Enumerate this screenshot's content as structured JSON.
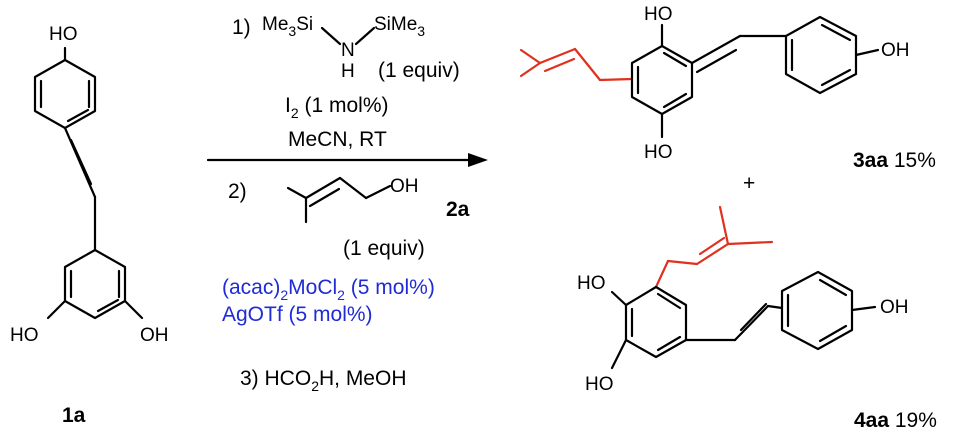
{
  "start": {
    "id": "1a",
    "oh_top": "HO",
    "oh_left": "HO",
    "oh_right": "OH"
  },
  "reagent1": {
    "step": "1)",
    "silyl_left": "Me",
    "silyl_left_sub": "3",
    "silyl_left_end": "Si",
    "silyl_right": "SiMe",
    "silyl_right_sub": "3",
    "nitrogen": "N",
    "hydrogen": "H",
    "equiv": "(1 equiv)"
  },
  "catalyst1": {
    "iodine": "I",
    "iodine_sub": "2",
    "loading": " (1 mol%)"
  },
  "solvent": "MeCN, RT",
  "reagent2": {
    "step": "2)",
    "oh": "OH",
    "id": "2a",
    "equiv": "(1 equiv)"
  },
  "catalyst2": {
    "line1_a": "(acac)",
    "line1_a_sub": "2",
    "line1_b": "MoCl",
    "line1_b_sub": "2",
    "line1_c": " (5 mol%)",
    "line2": "AgOTf (5 mol%)"
  },
  "step3": {
    "text_a": "3) HCO",
    "text_sub": "2",
    "text_b": "H, MeOH"
  },
  "product1": {
    "id": "3aa",
    "yield": " 15%",
    "oh_top": "HO",
    "oh_bottom": "HO",
    "oh_right": "OH"
  },
  "plus": "+",
  "product2": {
    "id": "4aa",
    "yield": " 19%",
    "oh_left": "HO",
    "oh_bottom": "HO",
    "oh_right": "OH"
  },
  "colors": {
    "prenyl": "#e0301e",
    "catalyst": "#1f2bd6"
  }
}
